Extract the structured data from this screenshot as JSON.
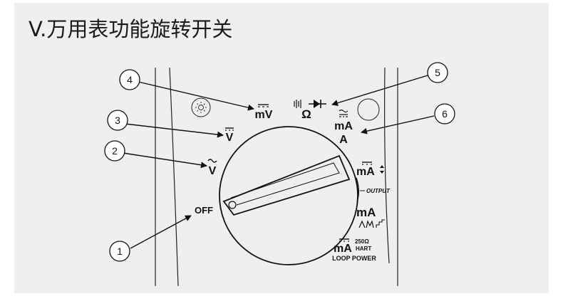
{
  "title": "V.万用表功能旋转开关",
  "callouts": [
    "1",
    "2",
    "3",
    "4",
    "5",
    "6"
  ],
  "labels": {
    "off": "OFF",
    "dc_mv": "mV",
    "dc_v": "V",
    "ac_v": "V",
    "ohm": "Ω",
    "ma": "mA",
    "a": "A",
    "ma_source": "mA",
    "output": "OUTPUT",
    "ma_sim": "mA",
    "hart_ohm": "250Ω",
    "hart": "HART",
    "ma_loop": "mA",
    "loop_power": "LOOP POWER"
  },
  "icons": [
    "backlight-icon",
    "round-button-icon",
    "continuity-icon",
    "diode-icon",
    "ramp-icon",
    "step-icon"
  ]
}
